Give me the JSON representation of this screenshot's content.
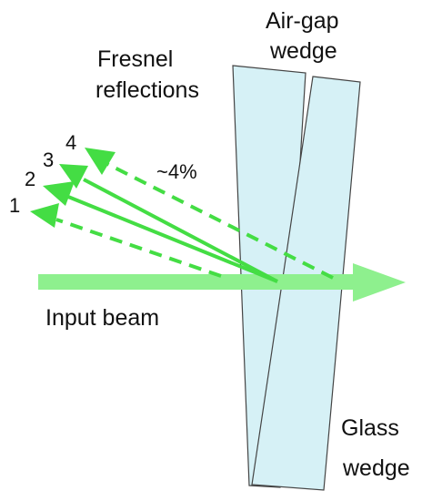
{
  "labels": {
    "air_gap_line1": "Air-gap",
    "air_gap_line2": "wedge",
    "fresnel_line1": "Fresnel",
    "fresnel_line2": "reflections",
    "percent": "~4%",
    "input_beam": "Input beam",
    "glass_line1": "Glass",
    "glass_line2": "wedge",
    "beam_numbers": [
      "1",
      "2",
      "3",
      "4"
    ]
  },
  "colors": {
    "glass_fill": "#d6f1f6",
    "glass_edge": "#444444",
    "beam": "#44dd44",
    "input_beam": "#8ef08e"
  }
}
